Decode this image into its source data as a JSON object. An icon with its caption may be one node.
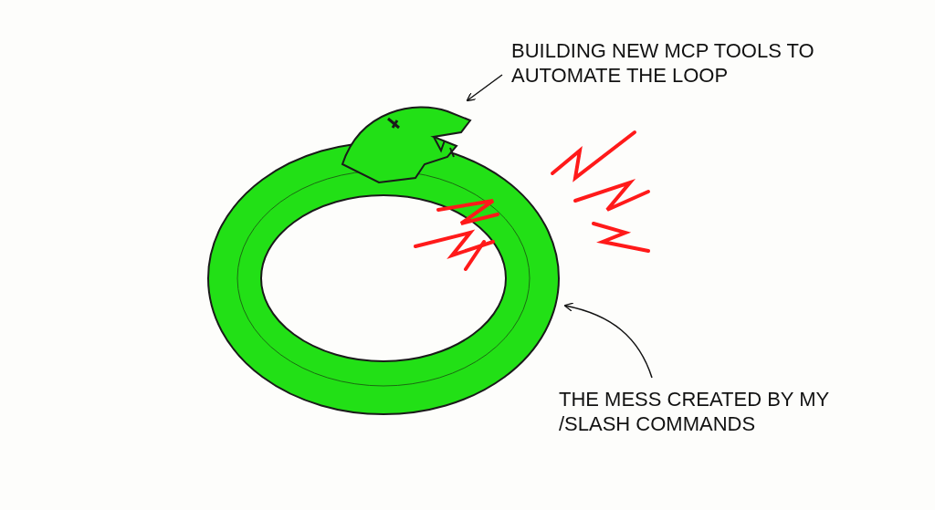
{
  "diagram": {
    "nodes": [
      {
        "text": [
          "BUILDING NEW MCP TOOLS TO AUTOMATE THE LOOP"
        ]
      },
      {
        "text": [],
        "shape": "picture"
      },
      {
        "text": [
          "THE MESS CREATED BY MY /SLASH COMMANDS"
        ]
      }
    ],
    "edges": [
      {
        "from": 0,
        "to": 1,
        "arrow": "to"
      },
      {
        "from": 2,
        "to": 1,
        "arrow": "to"
      }
    ]
  }
}
